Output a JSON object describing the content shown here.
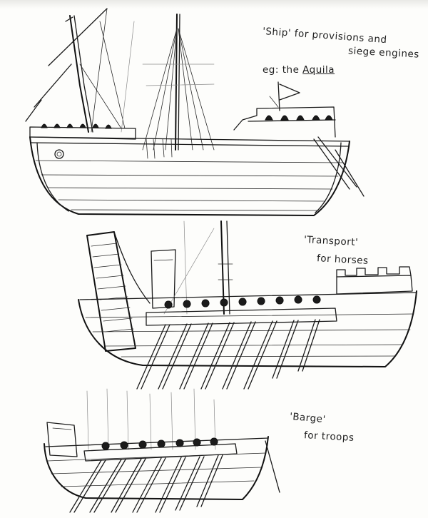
{
  "labels": {
    "ship_title": "'Ship' for provisions and",
    "ship_line2": "siege engines",
    "ship_eg": "eg: the",
    "ship_name": "Aquila",
    "transport_title": "'Transport'",
    "transport_line2": "for horses",
    "barge_title": "'Barge'",
    "barge_line2": "for troops"
  },
  "colors": {
    "ink": "#1a1a1a",
    "paper": "#fdfdfb"
  }
}
